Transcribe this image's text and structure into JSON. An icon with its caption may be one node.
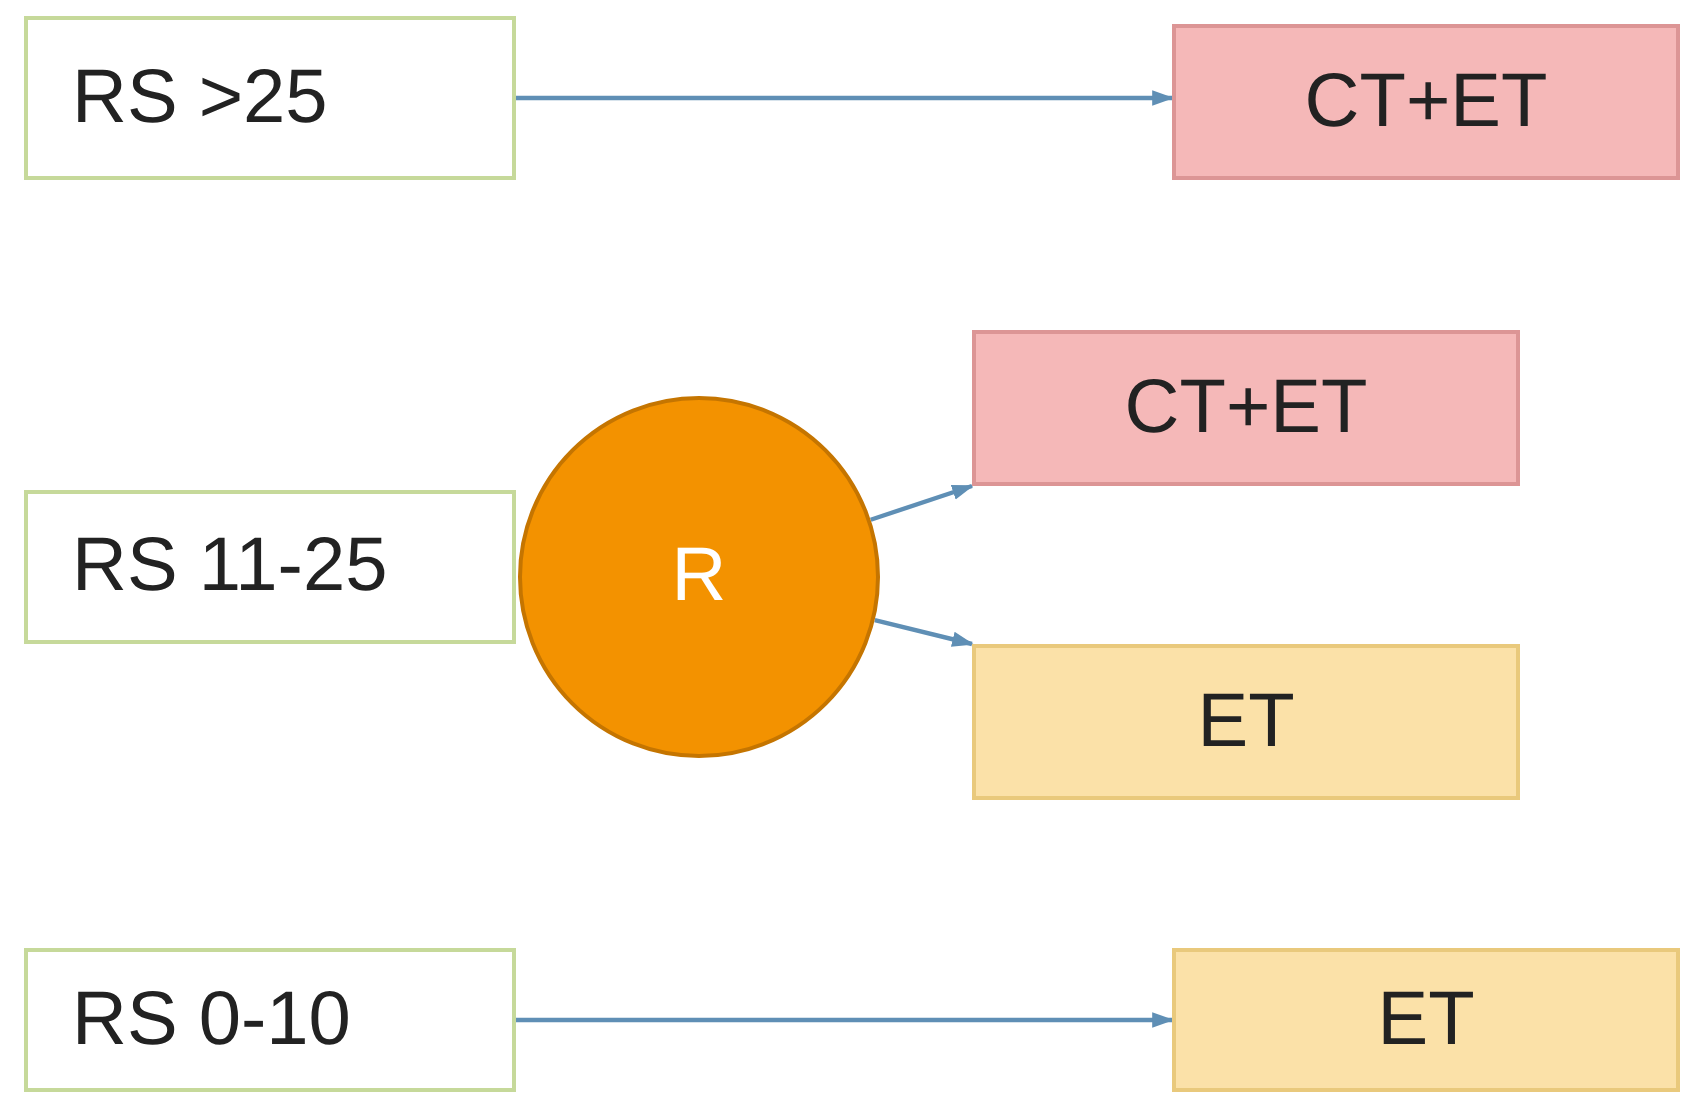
{
  "diagram": {
    "nodes": [
      {
        "text": [
          "RS >25"
        ]
      },
      {
        "text": [
          "CT+ET"
        ]
      },
      {
        "text": [
          "RS 11-25"
        ]
      },
      {
        "text": [
          "R"
        ]
      },
      {
        "text": [
          "CT+ET"
        ]
      },
      {
        "text": [
          "ET"
        ]
      },
      {
        "text": [
          "RS 0-10"
        ]
      },
      {
        "text": [
          "ET"
        ]
      }
    ],
    "edges": [
      {
        "from": 0,
        "to": 1,
        "arrow": "to"
      },
      {
        "from": 3,
        "to": 4,
        "arrow": "to"
      },
      {
        "from": 3,
        "to": 5,
        "arrow": "to"
      },
      {
        "from": 6,
        "to": 7,
        "arrow": "to"
      }
    ]
  }
}
